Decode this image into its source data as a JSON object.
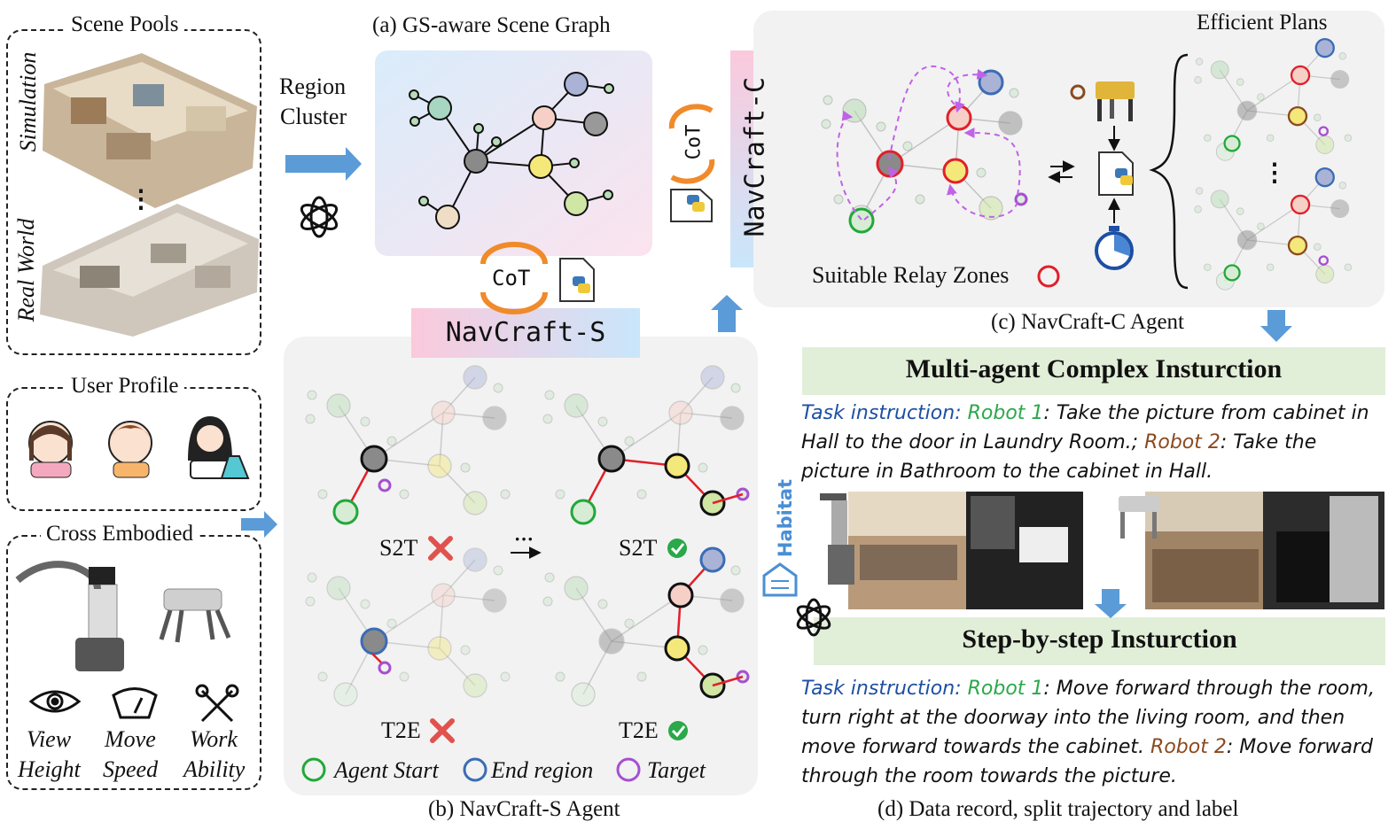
{
  "scene_pools": {
    "title": "Scene Pools",
    "simulation_label": "Simulation",
    "real_world_label": "Real World",
    "ellipsis": "⋮"
  },
  "region_cluster": {
    "line1": "Region",
    "line2": "Cluster"
  },
  "panel_a": {
    "caption": "(a) GS-aware Scene Graph"
  },
  "panel_b": {
    "caption": "(b) NavCraft-S Agent",
    "banner": "NavCraft-S",
    "cot": "CoT",
    "s2t_fail": "S2T",
    "s2t_ok": "S2T",
    "t2e_fail": "T2E",
    "t2e_ok": "T2E",
    "arrow_dots": "···",
    "legend": {
      "start": "Agent Start",
      "end": "End region",
      "target": "Target"
    }
  },
  "panel_c": {
    "caption": "(c) NavCraft-C Agent",
    "banner": "NavCraft-C",
    "cot": "CoT",
    "efficient_plans": "Efficient Plans",
    "relay_zones": "Suitable Relay Zones",
    "ellipsis": "⋮"
  },
  "user_profile": {
    "title": "User Profile"
  },
  "cross_embodied": {
    "title": "Cross Embodied",
    "icons": [
      {
        "line1": "View",
        "line2": "Height",
        "icon": "eye-icon"
      },
      {
        "line1": "Move",
        "line2": "Speed",
        "icon": "speedometer-icon"
      },
      {
        "line1": "Work",
        "line2": "Ability",
        "icon": "tools-icon"
      }
    ]
  },
  "panel_d": {
    "caption": "(d) Data record, split trajectory and label",
    "multi_title": "Multi-agent Complex Insturction",
    "step_title": "Step-by-step Insturction",
    "habitat": "Habitat",
    "multi_text": {
      "task": "Task instruction",
      "r1": "Robot 1",
      "r1_text": ": Take the picture from cabinet in Hall to the door in Laundry Room.;",
      "r2": "Robot 2",
      "r2_text": ": Take the picture in Bathroom to the cabinet in Hall."
    },
    "step_text": {
      "task": "Task instruction",
      "r1": "Robot 1",
      "r1_text": ": Move forward through the room, turn right at the doorway into the living room, and then move forward towards the cabinet.",
      "r2": "Robot 2",
      "r2_text": ": Move forward through the room towards the picture."
    }
  },
  "colors": {
    "node_gray": "#999999",
    "node_dark": "#8a8a8a",
    "node_green": "#b7dcb7",
    "node_yellow": "#f4e87a",
    "node_pink": "#f6cfc6",
    "node_blue": "#aab3d6",
    "start_green": "#21a83a",
    "end_blue": "#3b6cb5",
    "target_purple": "#a64fd2",
    "relay_red": "#e0202a",
    "path_red": "#e0202a",
    "robot1_green": "#2aa84a",
    "robot2_brown": "#8a4a1e",
    "task_blue": "#1d4fa3"
  }
}
